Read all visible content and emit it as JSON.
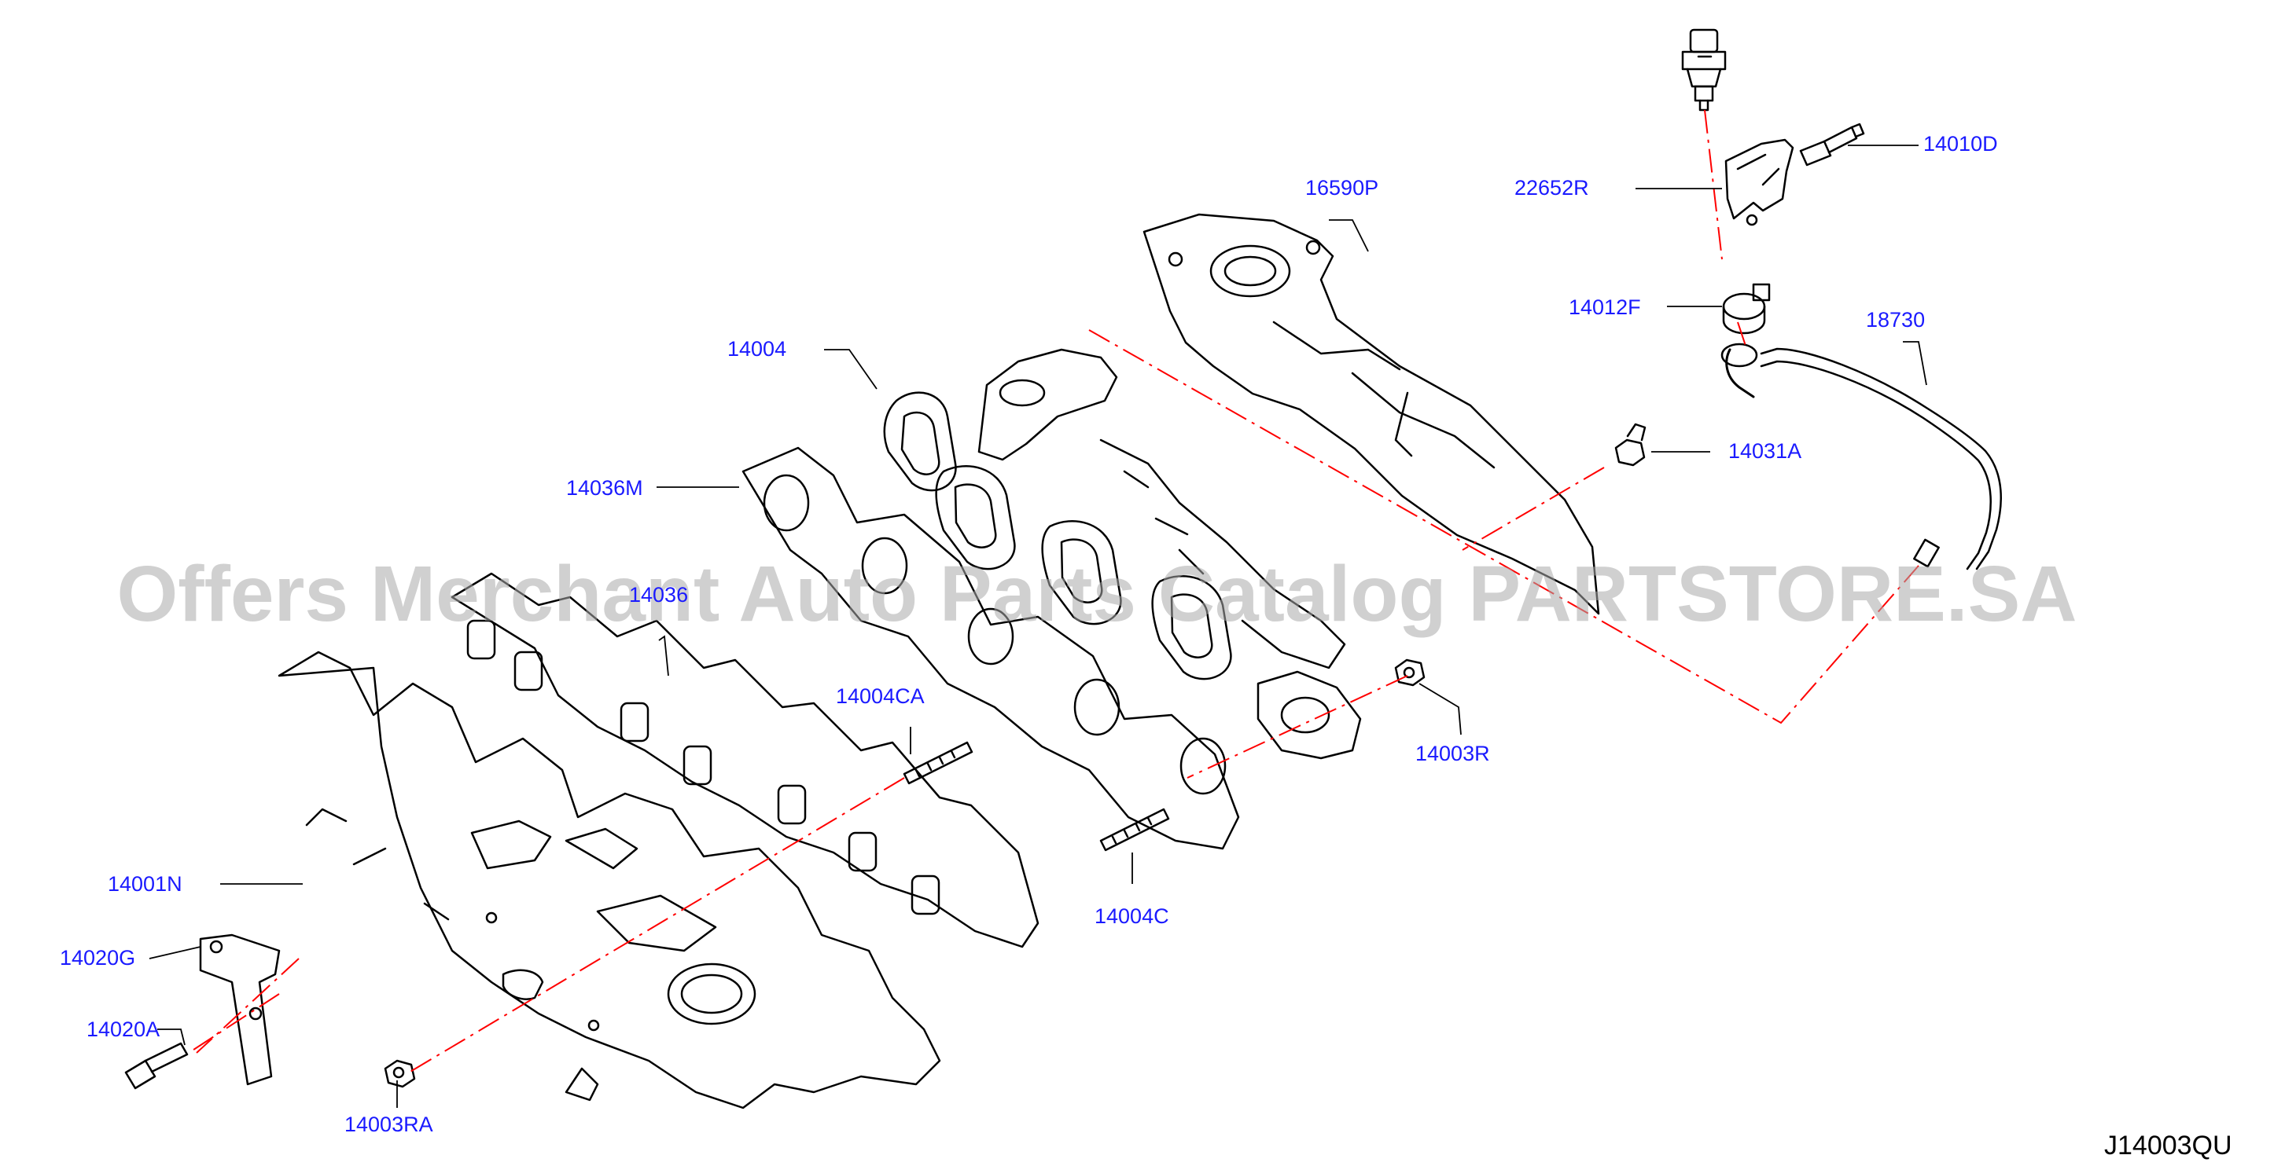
{
  "diagram": {
    "code": "J14003QU",
    "watermark": "Offers Merchant Auto Parts Catalog PARTSTORE.SA",
    "colors": {
      "callout": "#1a1aff",
      "lines": "#000000",
      "dash": "#ff0000",
      "watermark": "#aaaaaa"
    },
    "callouts": [
      {
        "id": "14010D",
        "label": "14010D"
      },
      {
        "id": "22652R",
        "label": "22652R"
      },
      {
        "id": "16590P",
        "label": "16590P"
      },
      {
        "id": "14012F",
        "label": "14012F"
      },
      {
        "id": "18730",
        "label": "18730"
      },
      {
        "id": "14004",
        "label": "14004"
      },
      {
        "id": "14031A",
        "label": "14031A"
      },
      {
        "id": "14036M",
        "label": "14036M"
      },
      {
        "id": "14036",
        "label": "14036"
      },
      {
        "id": "14004CA",
        "label": "14004CA"
      },
      {
        "id": "14003R",
        "label": "14003R"
      },
      {
        "id": "14001N",
        "label": "14001N"
      },
      {
        "id": "14004C",
        "label": "14004C"
      },
      {
        "id": "14020G",
        "label": "14020G"
      },
      {
        "id": "14020A",
        "label": "14020A"
      },
      {
        "id": "14003RA",
        "label": "14003RA"
      }
    ]
  }
}
